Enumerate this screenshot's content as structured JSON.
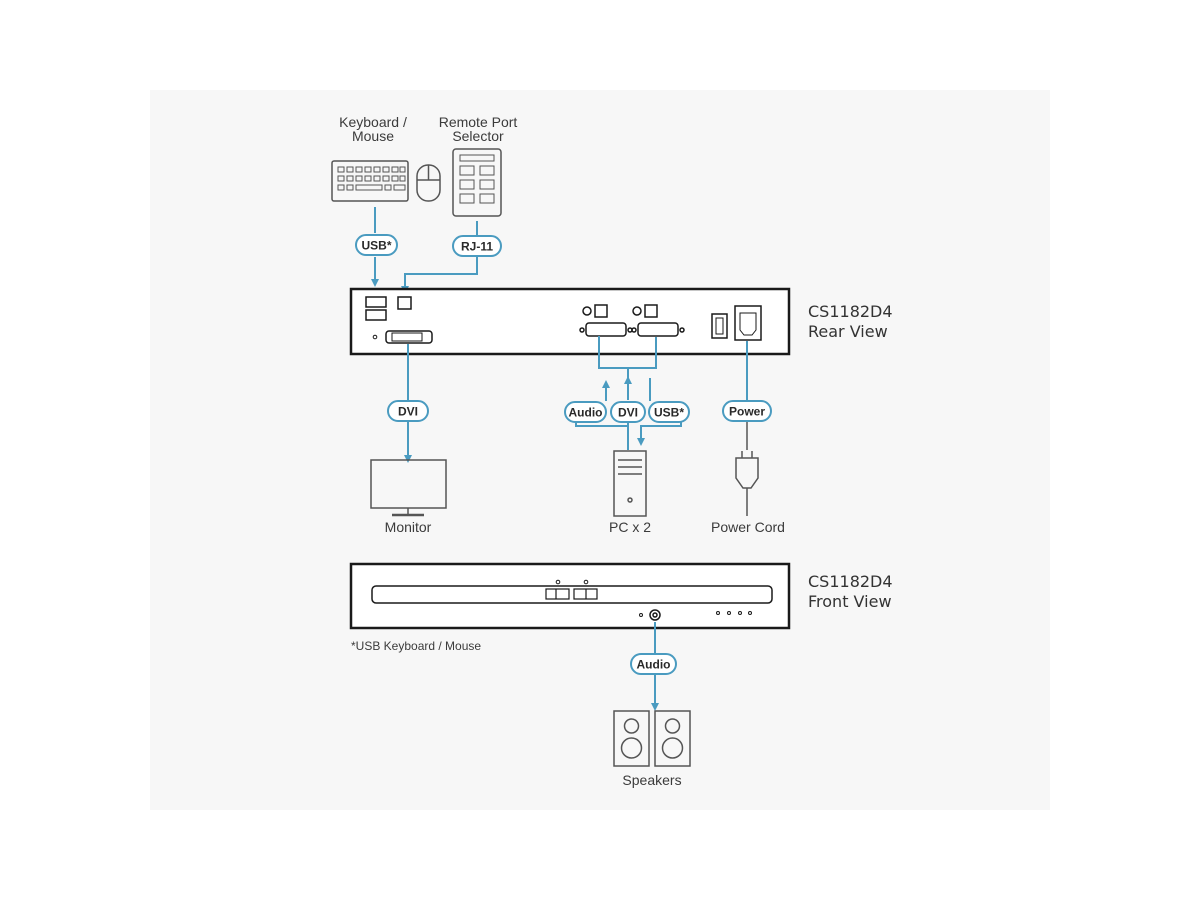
{
  "colors": {
    "background_panel": "#f7f7f7",
    "connector": "#4a9bc0",
    "device_stroke": "#1a1a1a",
    "device_fill": "#ffffff",
    "icon_stroke": "#555555"
  },
  "devices": {
    "keyboard_mouse": {
      "line1": "Keyboard /",
      "line2": "Mouse"
    },
    "remote_port_selector": {
      "line1": "Remote Port",
      "line2": "Selector"
    },
    "monitor": {
      "label": "Monitor"
    },
    "pc": {
      "label": "PC x 2"
    },
    "power_cord": {
      "label": "Power Cord"
    },
    "speakers": {
      "label": "Speakers"
    }
  },
  "unit": {
    "rear": {
      "model": "CS1182D4",
      "view": "Rear View"
    },
    "front": {
      "model": "CS1182D4",
      "view": "Front View"
    }
  },
  "connections": {
    "usb_keyboard": "USB*",
    "rj11": "RJ-11",
    "dvi_monitor": "DVI",
    "pc_audio": "Audio",
    "pc_dvi": "DVI",
    "pc_usb": "USB*",
    "power": "Power",
    "front_audio": "Audio"
  },
  "footnote": "*USB Keyboard / Mouse"
}
